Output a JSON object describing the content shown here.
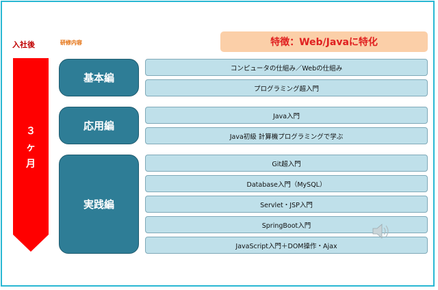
{
  "header": {
    "after_joining": "入社後",
    "training_content": "研修内容",
    "feature": "特徴：Web/Javaに特化"
  },
  "timeline": {
    "line1": "３",
    "line2": "ヶ",
    "line3": "月"
  },
  "categories": [
    {
      "label": "基本編",
      "items": [
        "コンピュータの仕組み／Webの仕組み",
        "プログラミング超入門"
      ]
    },
    {
      "label": "応用編",
      "items": [
        "Java入門",
        "Java初級 計算機プログラミングで学ぶ"
      ]
    },
    {
      "label": "実践編",
      "items": [
        "Git超入門",
        "Database入門（MySQL）",
        "Servlet・JSP入門",
        "SpringBoot入門",
        "JavaScript入門＋DOM操作・Ajax"
      ]
    }
  ],
  "colors": {
    "arrow": "#ff0000",
    "category": "#2e7d96",
    "item": "#bfe0ea",
    "feature_bg": "#fbcfa8",
    "feature_text": "#e02020",
    "frame": "#29b7d3"
  }
}
